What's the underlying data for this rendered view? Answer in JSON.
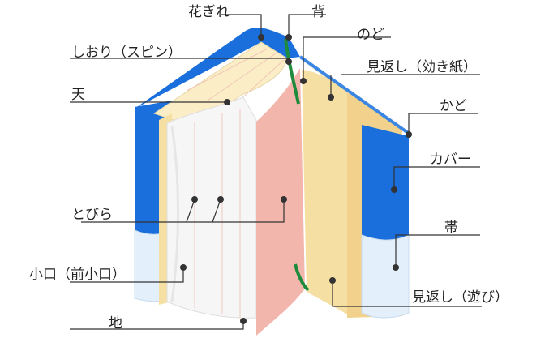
{
  "colors": {
    "cover_blue": "#1a6fdc",
    "cover_edge": "#3b86e3",
    "obi_light": "#e3f0fb",
    "endpaper": "#f6dfa2",
    "endpaper_light": "#fbedc6",
    "page_pink": "#f3b6ac",
    "page_white": "#f6f6f6",
    "ribbon": "#1e8a3c",
    "leader": "#333333"
  },
  "labels": {
    "hanagire": "花ぎれ",
    "se": "背",
    "nodo": "のど",
    "shiori": "しおり（スピン）",
    "mikaeshi_kikigami": "見返し（効き紙）",
    "ten": "天",
    "kado": "かど",
    "cover": "カバー",
    "tobira": "とびら",
    "obi": "帯",
    "koguchi": "小口（前小口）",
    "mikaeshi_asobi": "見返し（遊び）",
    "chi": "地"
  }
}
